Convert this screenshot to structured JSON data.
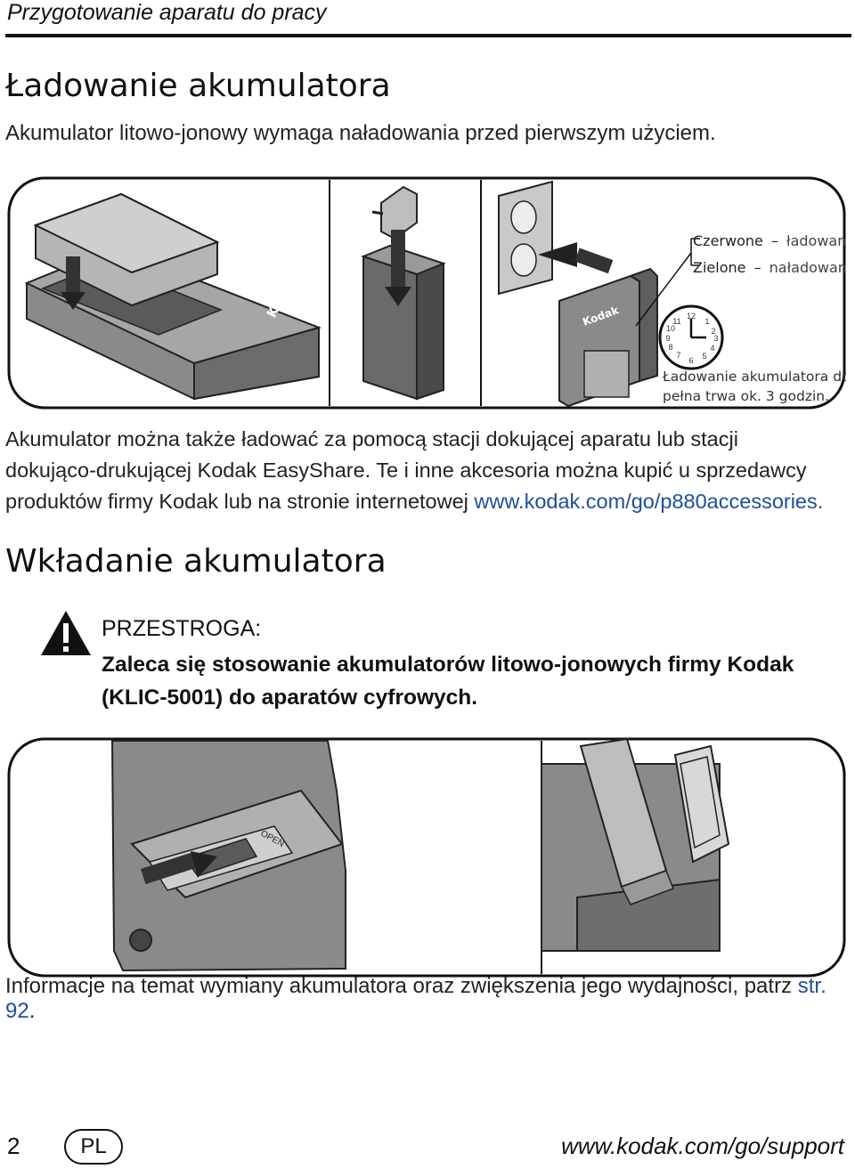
{
  "header": {
    "section_title": "Przygotowanie aparatu do pracy"
  },
  "charging": {
    "title": "Ładowanie akumulatora",
    "lead": "Akumulator litowo-jonowy wymaga naładowania przed pierwszym użyciem.",
    "figure": {
      "legend_red_word": "Czerwone",
      "legend_red_state": "ładowanie",
      "legend_green_word": "Zielone",
      "legend_green_state": "naładowany",
      "dash": "–",
      "time_note_line1": "Ładowanie akumulatora do",
      "time_note_line2": "pełna trwa ok. 3 godzin.",
      "brand_label": "Kodak",
      "clock_numbers": [
        "12",
        "1",
        "2",
        "3",
        "4",
        "5",
        "6",
        "7",
        "8",
        "9",
        "10",
        "11"
      ]
    },
    "para_line1": "Akumulator można także ładować za pomocą stacji dokującej aparatu lub stacji",
    "para_line2": "dokująco-drukującej Kodak EasyShare. Te i inne akcesoria można kupić u sprzedawcy",
    "para_line3_text": "produktów firmy Kodak lub na stronie internetowej ",
    "para_line3_link": "www.kodak.com/go/p880accessories."
  },
  "inserting": {
    "title": "Wkładanie akumulatora",
    "caution_label": "PRZESTROGA:",
    "caution_line1": "Zaleca się stosowanie akumulatorów litowo-jonowych firmy Kodak",
    "caution_line2": "(KLIC-5001) do aparatów cyfrowych.",
    "figure": {
      "open_label": "OPEN"
    },
    "footnote_text": "Informacje na temat wymiany akumulatora oraz zwiększenia jego wydajności, patrz ",
    "footnote_link": "str. 92",
    "footnote_end": "."
  },
  "footer": {
    "page_number": "2",
    "language_badge": "PL",
    "url": "www.kodak.com/go/support"
  },
  "colors": {
    "link": "#1f4e9c",
    "text": "#111111",
    "device_gray": "#8a8a8a",
    "device_dark": "#4a4a4a"
  }
}
